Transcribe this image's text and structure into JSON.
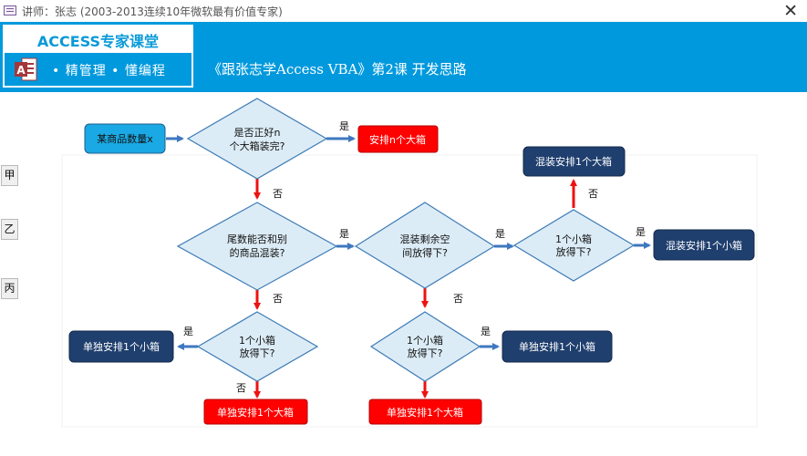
{
  "window": {
    "title": "讲师：张志 (2003-2013连续10年微软最有价值专家)",
    "close_glyph": "✕"
  },
  "banner": {
    "logo_title": "ACCESS专家课堂",
    "slogan": "• 精管理  • 懂编程",
    "course_title": "《跟张志学Access VBA》第2课 开发思路"
  },
  "side_buttons": [
    "甲",
    "乙",
    "丙"
  ],
  "flowchart": {
    "start": "某商品数量x",
    "d1": [
      "是否正好n",
      "个大箱装完?"
    ],
    "r_full": "安排n个大箱",
    "d2": [
      "尾数能否和别",
      "的商品混装?"
    ],
    "d3": [
      "混装剩余空",
      "间放得下?"
    ],
    "d4": [
      "1个小箱",
      "放得下?"
    ],
    "mix_big": "混装安排1个大箱",
    "mix_small": "混装安排1个小箱",
    "d5": [
      "1个小箱",
      "放得下?"
    ],
    "single_small_left": "单独安排1个小箱",
    "single_big_left": "单独安排1个大箱",
    "d6": [
      "1个小箱",
      "放得下?"
    ],
    "single_small_right": "单独安排1个小箱",
    "single_big_right": "单独安排1个大箱",
    "yes": "是",
    "no": "否"
  }
}
